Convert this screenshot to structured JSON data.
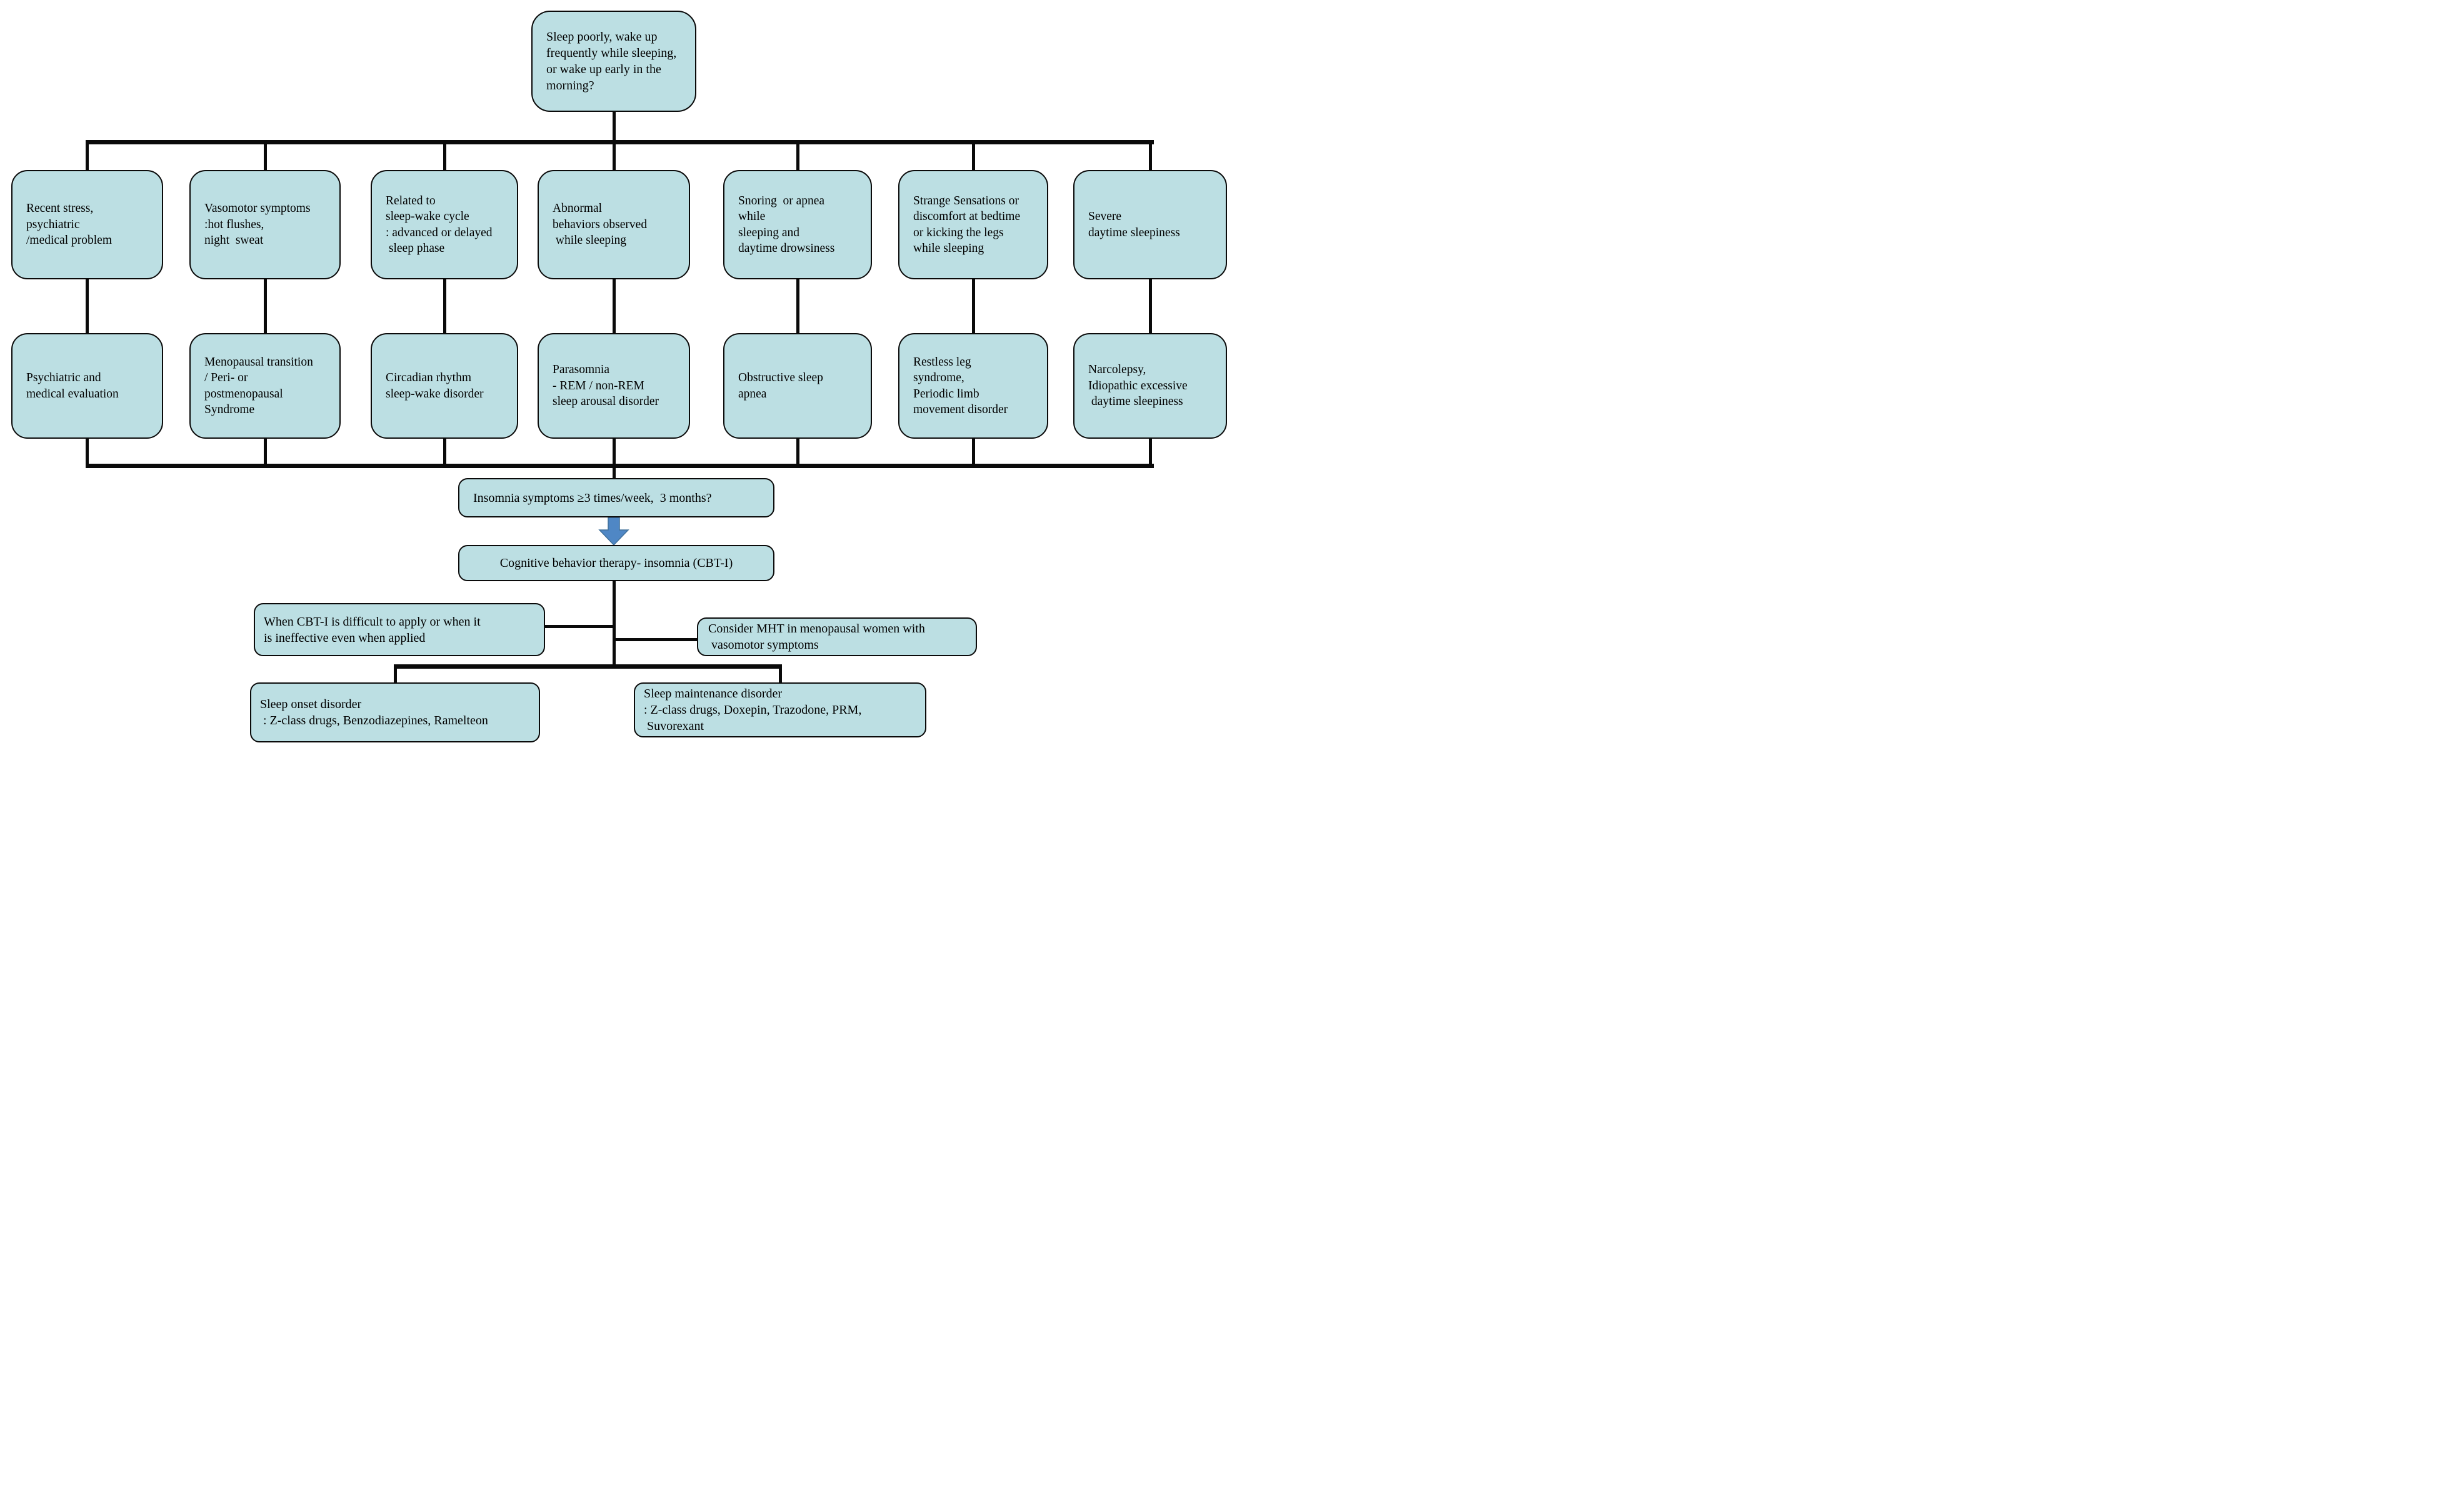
{
  "colors": {
    "node_fill": "#bcdfe3",
    "node_border": "#000000",
    "connector": "#000000",
    "arrow_fill": "#4f87c5",
    "arrow_border": "#41719c",
    "background": "#ffffff"
  },
  "flow": {
    "start": "Sleep poorly, wake up\nfrequently while sleeping,\nor wake up early in the\nmorning?",
    "branches": [
      {
        "symptom": "Recent stress,\npsychiatric\n/medical problem",
        "diagnosis": "Psychiatric and\nmedical evaluation"
      },
      {
        "symptom": "Vasomotor symptoms\n:hot flushes,\nnight  sweat",
        "diagnosis": "Menopausal transition\n/ Peri- or\npostmenopausal\nSyndrome"
      },
      {
        "symptom": "Related to\nsleep-wake cycle\n: advanced or delayed\n sleep phase",
        "diagnosis": "Circadian rhythm\nsleep-wake disorder"
      },
      {
        "symptom": "Abnormal\nbehaviors observed\n while sleeping",
        "diagnosis": "Parasomnia\n- REM / non-REM\nsleep arousal disorder"
      },
      {
        "symptom": "Snoring  or apnea\nwhile\nsleeping and\ndaytime drowsiness",
        "diagnosis": "Obstructive sleep\napnea"
      },
      {
        "symptom": "Strange Sensations or\ndiscomfort at bedtime\nor kicking the legs\nwhile sleeping",
        "diagnosis": "Restless leg\nsyndrome,\nPeriodic limb\nmovement disorder"
      },
      {
        "symptom": "Severe\ndaytime sleepiness",
        "diagnosis": "Narcolepsy,\nIdiopathic excessive\n daytime sleepiness"
      }
    ],
    "insomnia_question": "Insomnia symptoms ≥3 times/week,  3 months?",
    "cbti": "Cognitive behavior therapy- insomnia (CBT-I)",
    "cbti_difficult": "When CBT-I is difficult to apply or when it\nis ineffective even when applied",
    "mht": "Consider MHT in menopausal women with\n vasomotor symptoms",
    "sleep_onset": "Sleep onset disorder\n : Z-class drugs, Benzodiazepines, Ramelteon",
    "sleep_maintenance": "Sleep maintenance disorder\n: Z-class drugs, Doxepin, Trazodone, PRM,\n Suvorexant"
  }
}
